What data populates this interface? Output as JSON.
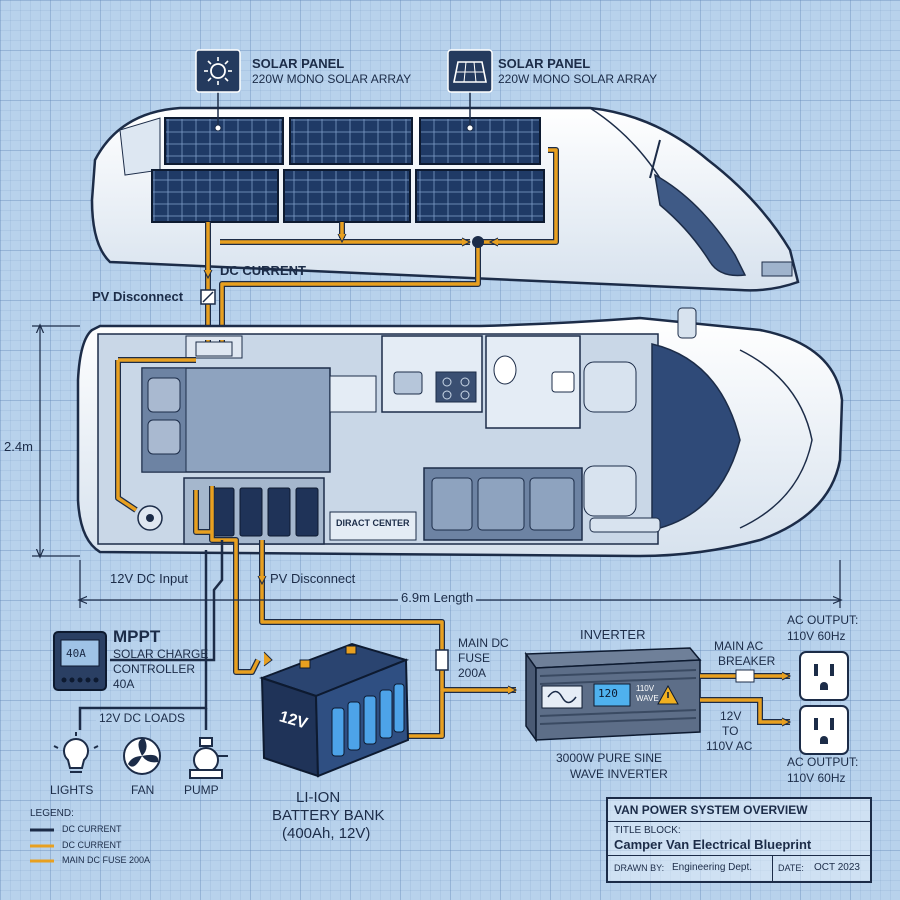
{
  "solar": [
    {
      "title": "SOLAR PANEL",
      "sub": "220W MONO SOLAR ARRAY",
      "icon": "sun-icon"
    },
    {
      "title": "SOLAR PANEL",
      "sub": "220W MONO SOLAR ARRAY",
      "icon": "solar-panel-icon"
    }
  ],
  "labels": {
    "dc_current": "DC CURRENT",
    "pv_disconnect_top": "PV Disconnect",
    "width_dim": "2.4m",
    "length_dim": "6.9m Length",
    "dc_input": "12V DC Input",
    "pv_disconnect_bottom": "PV Disconnect",
    "direct_center": "DIRACT CENTER"
  },
  "mppt": {
    "title": "MPPT",
    "line1": "SOLAR CHARGE",
    "line2": "CONTROLLER",
    "line3": "40A",
    "screen": "40A"
  },
  "loads": {
    "title": "12V DC LOADS",
    "items": [
      "LIGHTS",
      "FAN",
      "PUMP"
    ]
  },
  "battery": {
    "label": "12V",
    "line1": "LI-ION",
    "line2": "BATTERY BANK",
    "line3": "(400Ah, 12V)"
  },
  "fuse": {
    "line1": "MAIN DC",
    "line2": "FUSE",
    "line3": "200A"
  },
  "inverter": {
    "title": "INVERTER",
    "line1": "3000W PURE SINE",
    "line2": "WAVE INVERTER",
    "display": "120",
    "badge1": "110V",
    "badge2": "WAVE"
  },
  "breaker": {
    "line1": "MAIN AC",
    "line2": "BREAKER"
  },
  "conversion": {
    "line1": "12V",
    "line2": "TO",
    "line3": "110V AC"
  },
  "ac_outputs": [
    {
      "line1": "AC OUTPUT:",
      "line2": "110V 60Hz"
    },
    {
      "line1": "AC OUTPUT:",
      "line2": "110V 60Hz"
    }
  ],
  "legend": {
    "title": "LEGEND:",
    "items": [
      {
        "label": "DC CURRENT",
        "color": "#1c2c48"
      },
      {
        "label": "DC CURRENT",
        "color": "#e8a020"
      },
      {
        "label": "MAIN DC FUSE 200A",
        "color": "#e8a020"
      }
    ]
  },
  "title_block": {
    "heading": "VAN POWER SYSTEM OVERVIEW",
    "label": "TITLE BLOCK:",
    "title": "Camper Van Electrical Blueprint",
    "drawn_by_label": "DRAWN BY:",
    "drawn_by": "Engineering Dept.",
    "date_label": "DATE:",
    "date": "OCT 2023"
  },
  "colors": {
    "wire_dc": "#e8a020",
    "wire_ink": "#1c2c48",
    "background": "#b8d2ec"
  }
}
